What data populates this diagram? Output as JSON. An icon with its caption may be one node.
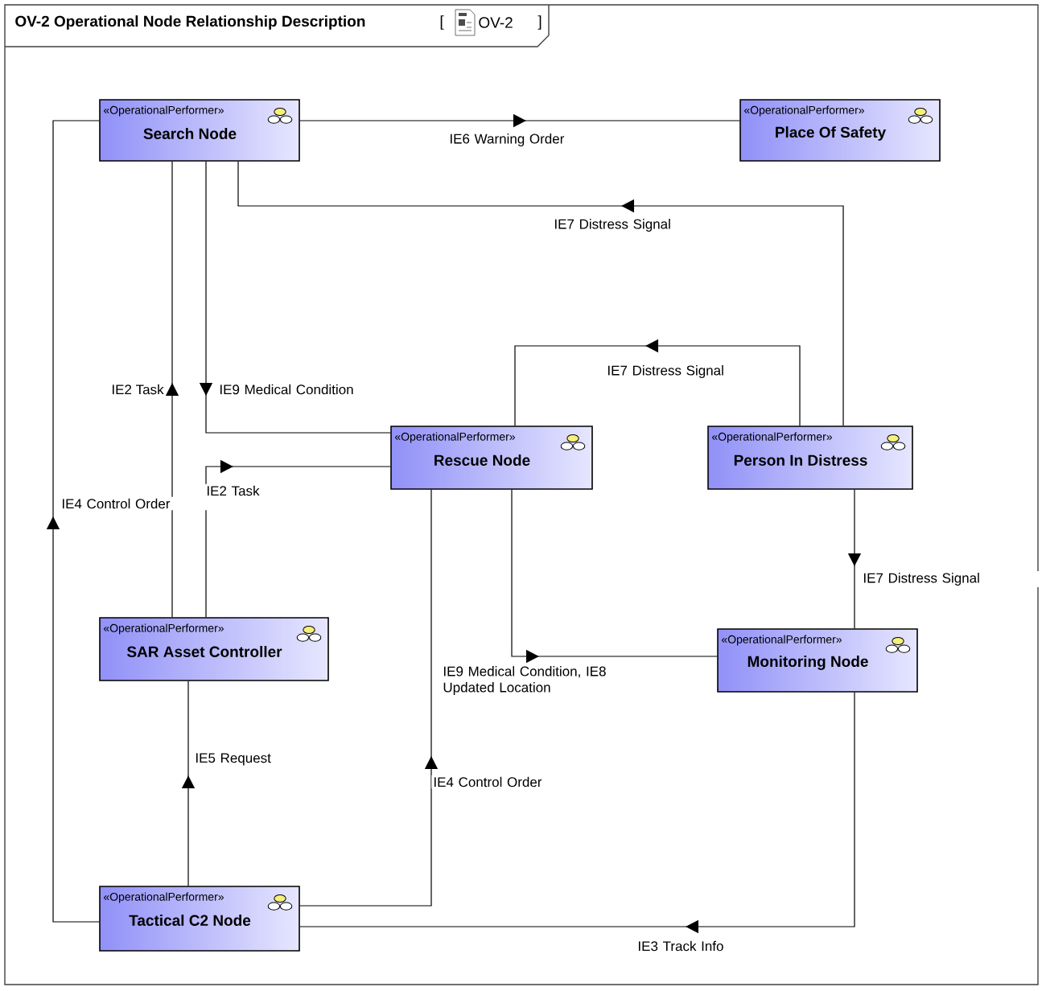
{
  "diagram": {
    "title": "OV-2 Operational Node Relationship Description",
    "nodes": [
      {
        "text": [
          "«OperationalPerformer»",
          "Search Node"
        ]
      },
      {
        "text": [
          "«OperationalPerformer»",
          "Place Of Safety"
        ]
      },
      {
        "text": [
          "«OperationalPerformer»",
          "Rescue Node"
        ]
      },
      {
        "text": [
          "«OperationalPerformer»",
          "Person In Distress"
        ]
      },
      {
        "text": [
          "«OperationalPerformer»",
          "SAR Asset Controller"
        ]
      },
      {
        "text": [
          "«OperationalPerformer»",
          "Monitoring Node"
        ]
      },
      {
        "text": [
          "«OperationalPerformer»",
          "Tactical C2 Node"
        ]
      }
    ],
    "edges": [
      {
        "from": 0,
        "to": 1,
        "arrow": "to",
        "label": "IE6 Warning Order"
      },
      {
        "from": 3,
        "to": 0,
        "arrow": "to",
        "label": "IE7 Distress Signal"
      },
      {
        "from": 4,
        "to": 0,
        "arrow": "to",
        "label": "IE2 Task"
      },
      {
        "from": 0,
        "to": 2,
        "arrow": "to",
        "label": "IE9 Medical Condition"
      },
      {
        "from": 4,
        "to": 2,
        "arrow": "to",
        "label": "IE2 Task"
      },
      {
        "from": 6,
        "to": 0,
        "arrow": "to",
        "label": "IE4 Control Order"
      },
      {
        "from": 3,
        "to": 2,
        "arrow": "to",
        "label": "IE7 Distress Signal"
      },
      {
        "from": 3,
        "to": 5,
        "arrow": "to",
        "label": "IE7 Distress Signal"
      },
      {
        "from": 2,
        "to": 5,
        "arrow": "to",
        "label": "IE9 Medical Condition, IE8 Updated Location"
      },
      {
        "from": 6,
        "to": 4,
        "arrow": "to",
        "label": "IE5 Request"
      },
      {
        "from": 6,
        "to": 2,
        "arrow": "to",
        "label": "IE4 Control Order"
      },
      {
        "from": 5,
        "to": 6,
        "arrow": "to",
        "label": "IE3 Track Info"
      }
    ],
    "labels": [
      "[",
      "OV-2",
      "]"
    ]
  }
}
